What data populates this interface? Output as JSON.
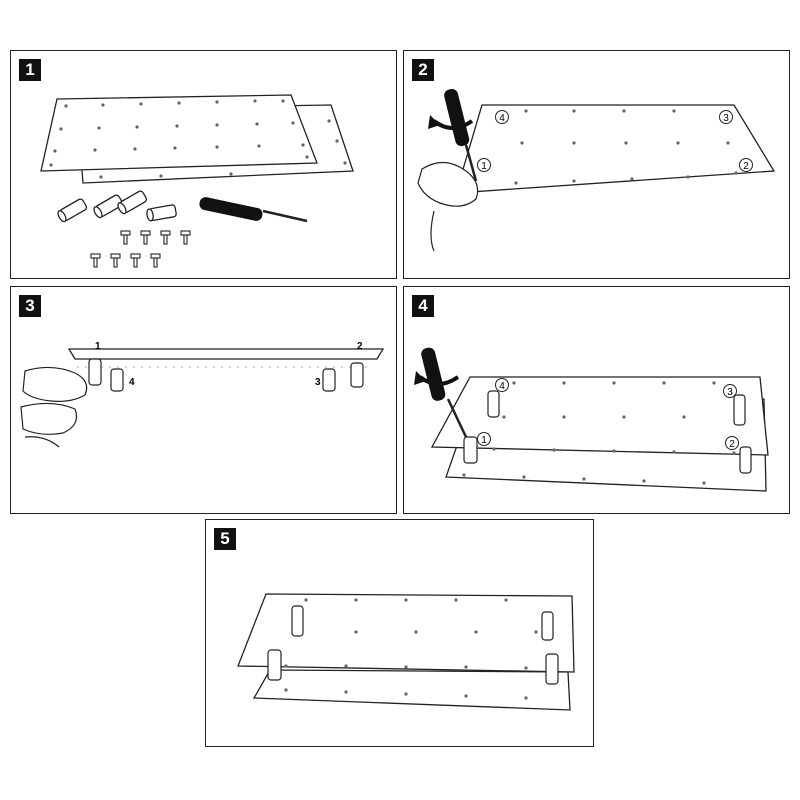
{
  "steps": [
    {
      "number": "1"
    },
    {
      "number": "2",
      "callouts": [
        "1",
        "2",
        "3",
        "4"
      ]
    },
    {
      "number": "3",
      "callouts": [
        "1",
        "2",
        "3",
        "4"
      ]
    },
    {
      "number": "4",
      "callouts": [
        "1",
        "2",
        "3",
        "4"
      ]
    },
    {
      "number": "5"
    }
  ],
  "colors": {
    "line": "#222222",
    "badge": "#111111",
    "plate": "#ffffff",
    "hole": "#555555"
  },
  "icons": [
    "screwdriver-icon",
    "standoff-icon",
    "screw-icon",
    "hand-icon",
    "rotate-arrow-icon"
  ]
}
